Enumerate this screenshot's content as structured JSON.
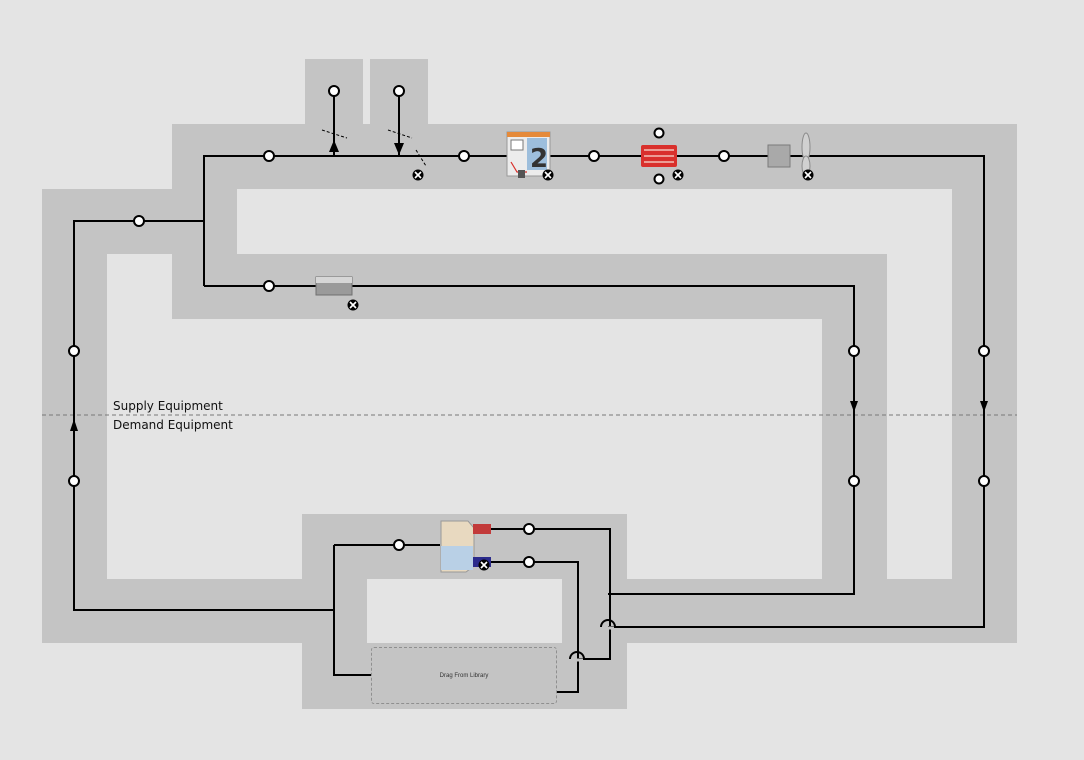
{
  "loop": {
    "supply_label": "Supply Equipment",
    "demand_label": "Demand Equipment",
    "drop_zone_label": "Drag From Library"
  },
  "components": [
    {
      "name": "outdoor-air-mixer",
      "icon": "mixer-icon"
    },
    {
      "name": "unitary-system-2",
      "icon": "unitary-system-icon",
      "label": "2"
    },
    {
      "name": "heating-coil",
      "icon": "heating-coil-icon"
    },
    {
      "name": "supply-fan",
      "icon": "fan-icon"
    },
    {
      "name": "return-duct",
      "icon": "duct-icon"
    },
    {
      "name": "air-terminal",
      "icon": "air-terminal-icon"
    }
  ],
  "colors": {
    "background": "#e4e4e4",
    "loop_band": "#c4c4c4",
    "line": "#000000",
    "coil_red": "#d9302c",
    "terminal_blue": "#2b2b8c"
  }
}
